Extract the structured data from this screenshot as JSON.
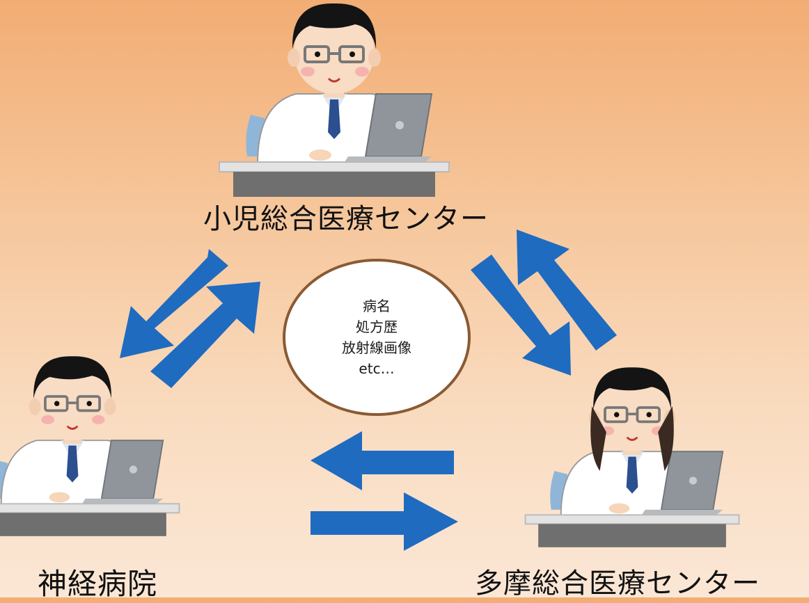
{
  "nodes": {
    "top": {
      "label": "小児総合医療センター"
    },
    "left": {
      "label": "神経病院"
    },
    "right": {
      "label": "多摩総合医療センター"
    }
  },
  "center": {
    "items": [
      "病名",
      "処方歴",
      "放射線画像",
      "etc…"
    ]
  },
  "colors": {
    "arrow": "#1f6bbf",
    "bubble_border": "#8a5a33",
    "background_top": "#f2ad74",
    "background_bottom": "#fbe7d6"
  }
}
